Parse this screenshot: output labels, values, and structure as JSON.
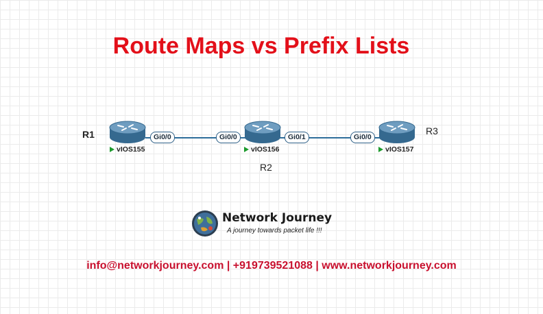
{
  "title": "Route Maps vs Prefix Lists",
  "routers": {
    "r1": {
      "label": "R1",
      "name": "vIOS155"
    },
    "r2": {
      "label": "R2",
      "name": "vIOS156"
    },
    "r3": {
      "label": "R3",
      "name": "vIOS157"
    }
  },
  "ports": {
    "r1_gi00": "Gi0/0",
    "r2_gi00": "Gi0/0",
    "r2_gi01": "Gi0/1",
    "r3_gi00": "Gi0/0"
  },
  "logo": {
    "brand": "Network Journey",
    "tagline": "A journey towards packet life !!!"
  },
  "contact": "info@networkjourney.com | +919739521088 | www.networkjourney.com",
  "colors": {
    "title": "#e3101a",
    "contact": "#c8102e",
    "link": "#2d6d9a",
    "status_running": "#1e9b2e"
  }
}
